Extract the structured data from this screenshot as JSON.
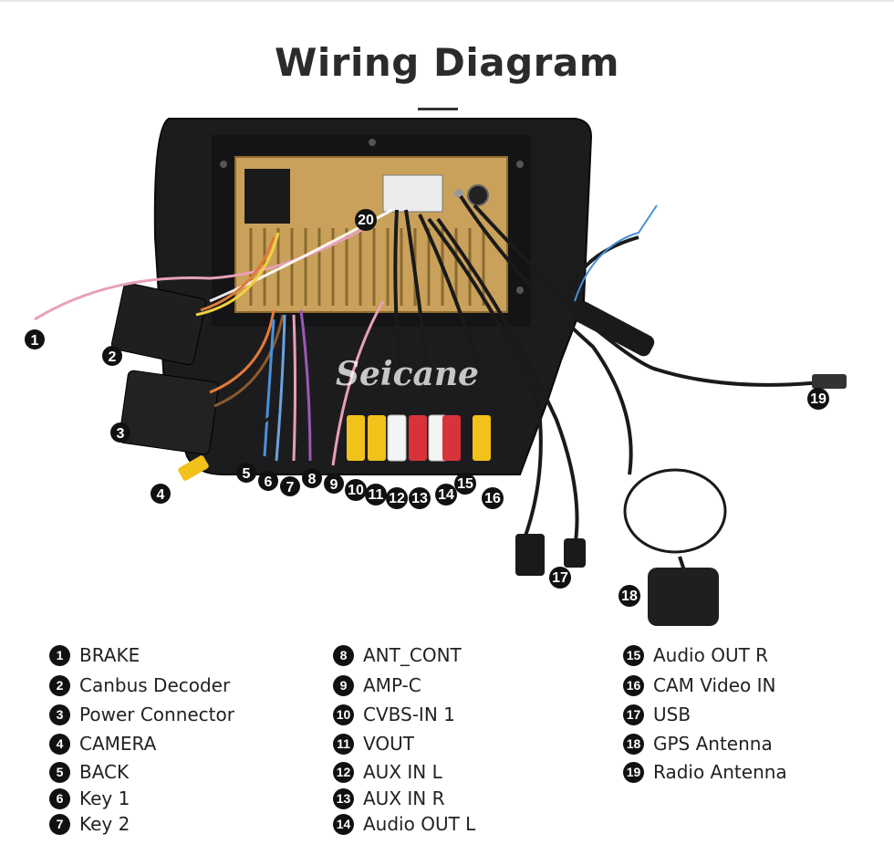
{
  "title": "Wiring Diagram",
  "watermark": "Seicane",
  "callouts": [
    "1",
    "2",
    "3",
    "4",
    "5",
    "6",
    "7",
    "8",
    "9",
    "10",
    "11",
    "12",
    "13",
    "14",
    "15",
    "16",
    "17",
    "18",
    "19",
    "20"
  ],
  "legend": {
    "col1": [
      {
        "num": "1",
        "label": "BRAKE"
      },
      {
        "num": "2",
        "label": "Canbus Decoder"
      },
      {
        "num": "3",
        "label": "Power Connector"
      },
      {
        "num": "4",
        "label": "CAMERA"
      },
      {
        "num": "5",
        "label": "BACK"
      },
      {
        "num": "6",
        "label": "Key 1"
      },
      {
        "num": "7",
        "label": "Key 2"
      }
    ],
    "col2": [
      {
        "num": "8",
        "label": "ANT_CONT"
      },
      {
        "num": "9",
        "label": "AMP-C"
      },
      {
        "num": "10",
        "label": "CVBS-IN 1"
      },
      {
        "num": "11",
        "label": "VOUT"
      },
      {
        "num": "12",
        "label": "AUX IN L"
      },
      {
        "num": "13",
        "label": "AUX IN R"
      },
      {
        "num": "14",
        "label": "Audio OUT L"
      }
    ],
    "col3": [
      {
        "num": "15",
        "label": "Audio OUT R"
      },
      {
        "num": "16",
        "label": "CAM Video IN"
      },
      {
        "num": "17",
        "label": "USB"
      },
      {
        "num": "18",
        "label": "GPS Antenna"
      },
      {
        "num": "19",
        "label": "Radio Antenna"
      }
    ]
  },
  "colors": {
    "panel": "#1c1c1e",
    "chassis": "#c9a15a",
    "rca_yellow": "#f2c21b",
    "rca_white": "#f4f4f4",
    "rca_red": "#d8323a",
    "wire_black": "#1a1a1a"
  }
}
